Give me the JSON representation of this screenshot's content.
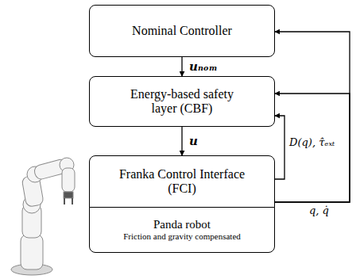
{
  "diagram": {
    "nodes": [
      {
        "text": [
          "Nominal Controller"
        ]
      },
      {
        "text": [
          "Energy-based safety layer (CBF)"
        ]
      },
      {
        "text": [
          "Franka Control Interface (FCI)"
        ]
      },
      {
        "text": [
          "Panda robot",
          "Friction and gravity compensated"
        ]
      }
    ],
    "edges": [
      {
        "from": 0,
        "to": 1,
        "arrow": "to",
        "label": "uₙₒₘ"
      },
      {
        "from": 1,
        "to": 2,
        "arrow": "to",
        "label": "u"
      },
      {
        "from": 2,
        "to": 1,
        "arrow": "to",
        "label": "D(q), τ̂ₑₓₜ"
      },
      {
        "from": 2,
        "to": 0,
        "arrow": "to",
        "label": "q, q̇"
      },
      {
        "from": 2,
        "to": 1,
        "arrow": "to"
      }
    ]
  }
}
